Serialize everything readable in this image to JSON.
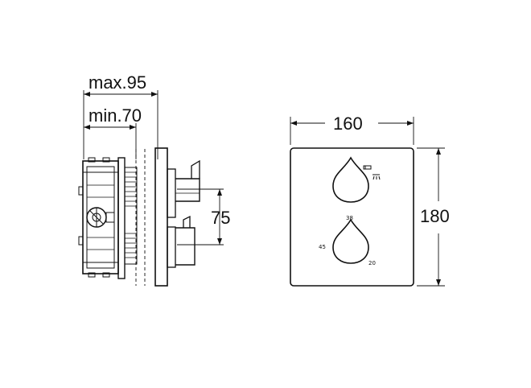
{
  "dimensions": {
    "max_depth": "max.95",
    "min_depth": "min.70",
    "outlet_spacing": "75",
    "plate_width": "160",
    "plate_height": "180"
  },
  "dial_markings": {
    "mark_38": "38",
    "mark_45": "45",
    "mark_20": "20"
  }
}
